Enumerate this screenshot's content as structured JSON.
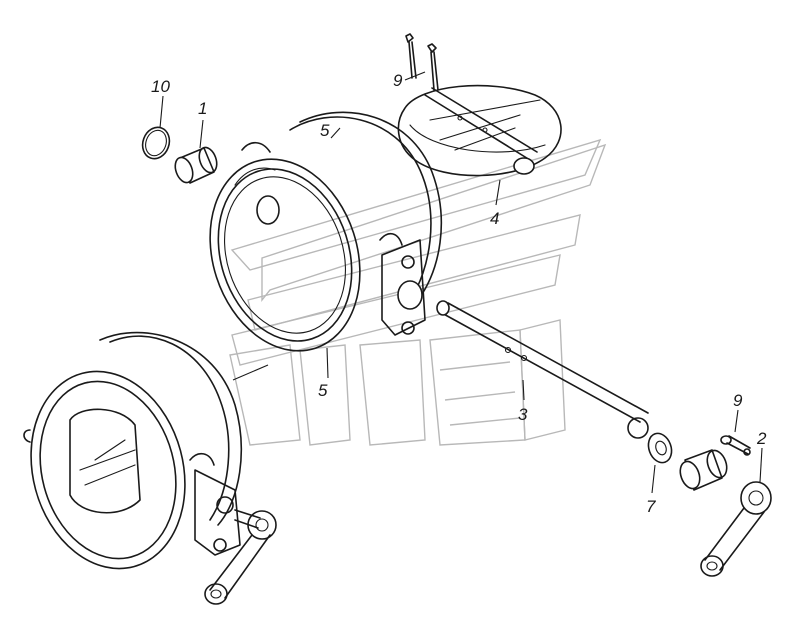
{
  "callouts": [
    {
      "id": "c10",
      "text": "10"
    },
    {
      "id": "c1",
      "text": "1"
    },
    {
      "id": "c9a",
      "text": "9"
    },
    {
      "id": "c5",
      "text": "5"
    },
    {
      "id": "c4",
      "text": "4"
    },
    {
      "id": "c3",
      "text": "3"
    },
    {
      "id": "c7",
      "text": "7"
    },
    {
      "id": "c9b",
      "text": "9"
    },
    {
      "id": "c2",
      "text": "2"
    }
  ],
  "colors": {
    "line": "#1a1a1a",
    "watermark": "#b8b8b8",
    "background": "#ffffff"
  },
  "watermark": {
    "icon": "kamaz-logo-icon"
  }
}
